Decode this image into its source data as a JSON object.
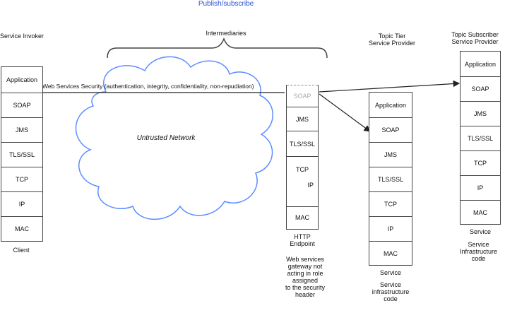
{
  "title": "Publish/subscribe",
  "intermediaries_label": "Intermediaries",
  "network_label": "Untrusted Network",
  "security_label": "Web Services Security (authentication, integrity, confidentiality, non-repudiation)",
  "invoker": {
    "heading": "Service Invoker",
    "layers": [
      "Application",
      "SOAP",
      "JMS",
      "TLS/SSL",
      "TCP",
      "IP",
      "MAC"
    ],
    "caption": "Client"
  },
  "gateway": {
    "layers": [
      "SOAP",
      "JMS",
      "TLS/SSL",
      "TCP",
      "IP",
      "MAC"
    ],
    "caption_title": "HTTP\nEndpoint",
    "caption_note": "Web services\ngateway not\nacting in role\nassigned\nto the security\nheader"
  },
  "topic_tier": {
    "heading": "Topic Tier\nService Provider",
    "layers": [
      "Application",
      "SOAP",
      "JMS",
      "TLS/SSL",
      "TCP",
      "IP",
      "MAC"
    ],
    "caption_title": "Service",
    "caption_note": "Service\ninfrastructure\ncode"
  },
  "subscriber": {
    "heading": "Topic Subscriber\nService Provider",
    "layers": [
      "Application",
      "SOAP",
      "JMS",
      "TLS/SSL",
      "TCP",
      "IP",
      "MAC"
    ],
    "caption_title": "Service",
    "caption_note": "Service\nInfrastructure\ncode"
  },
  "colors": {
    "title": "#2a4fd8",
    "cloud": "#5b8cff",
    "line": "#222222",
    "stroke": "#444444"
  }
}
